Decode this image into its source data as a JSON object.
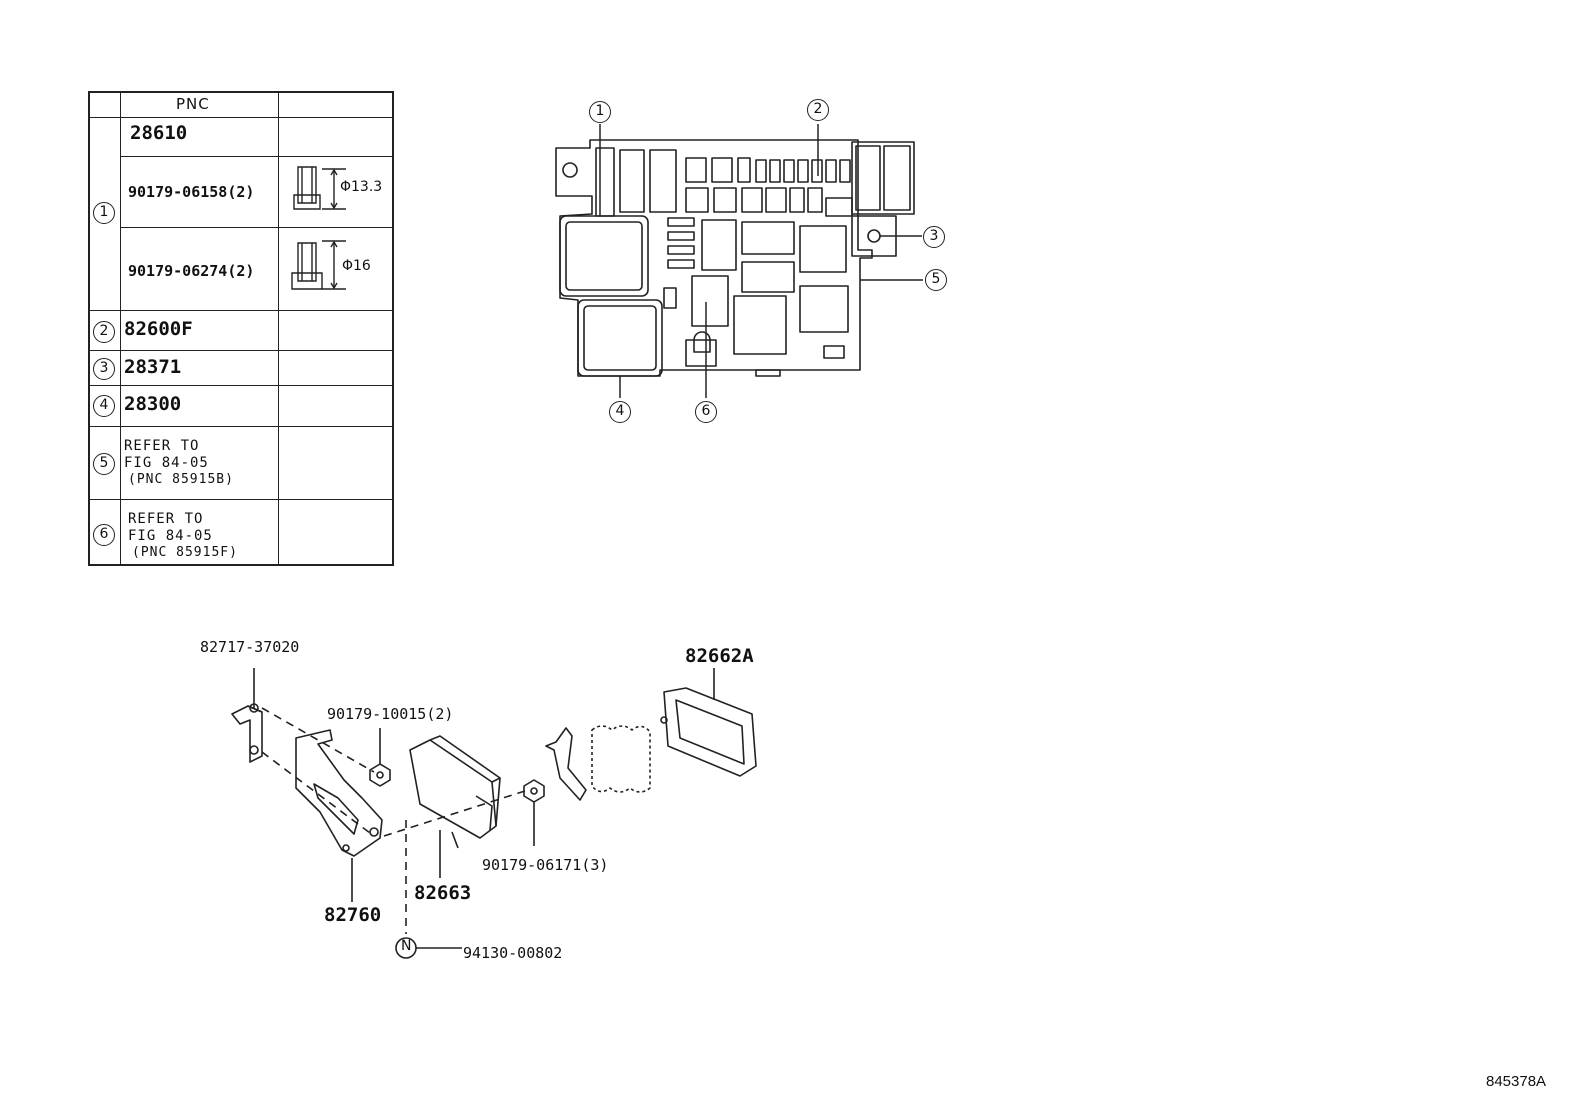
{
  "table": {
    "header": "PNC",
    "rows": [
      {
        "callout": "1",
        "items": [
          {
            "pnc": "28610"
          },
          {
            "pnc": "90179-06158(2)",
            "size": "Φ13.3"
          },
          {
            "pnc": "90179-06274(2)",
            "size": "Φ16"
          }
        ]
      },
      {
        "callout": "2",
        "pnc": "82600F"
      },
      {
        "callout": "3",
        "pnc": "28371"
      },
      {
        "callout": "4",
        "pnc": "28300"
      },
      {
        "callout": "5",
        "ref_line1": "REFER TO",
        "ref_line2": "FIG 84-05",
        "ref_line3": "(PNC 85915B)"
      },
      {
        "callout": "6",
        "ref_line1": "REFER TO",
        "ref_line2": "FIG 84-05",
        "ref_line3": "(PNC 85915F)"
      }
    ]
  },
  "junction_box_callouts": [
    "1",
    "2",
    "3",
    "4",
    "5",
    "6"
  ],
  "bracket_assembly": {
    "labels": {
      "bracket_stud": "82717-37020",
      "nut_a": "90179-10015(2)",
      "cover": "82662A",
      "nut_b": "90179-06171(3)",
      "module": "82663",
      "bracket": "82760",
      "bolt": "94130-00802",
      "bolt_marker": "N"
    }
  },
  "figure_code": "845378A"
}
